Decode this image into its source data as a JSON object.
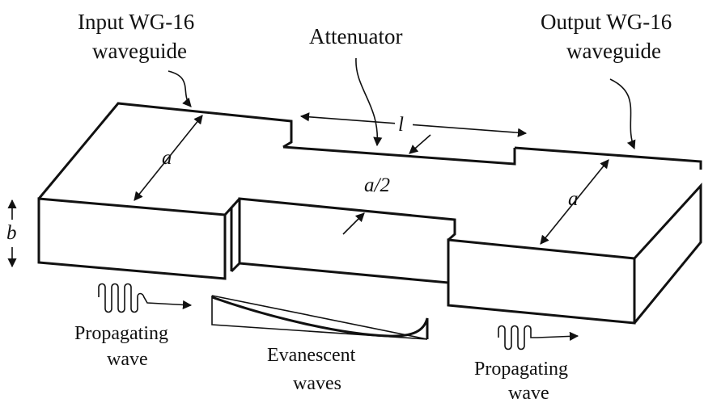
{
  "labels": {
    "input_wg_line1": "Input WG-16",
    "input_wg_line2": "waveguide",
    "attenuator": "Attenuator",
    "output_wg_line1": "Output WG-16",
    "output_wg_line2": "waveguide",
    "dim_a_left": "a",
    "dim_a_right": "a",
    "dim_a_half": "a/2",
    "dim_l": "l",
    "dim_b": "b",
    "propagating_in_line1": "Propagating",
    "propagating_in_line2": "wave",
    "evanescent_line1": "Evanescent",
    "evanescent_line2": "waves",
    "propagating_out_line1": "Propagating",
    "propagating_out_line2": "wave"
  }
}
